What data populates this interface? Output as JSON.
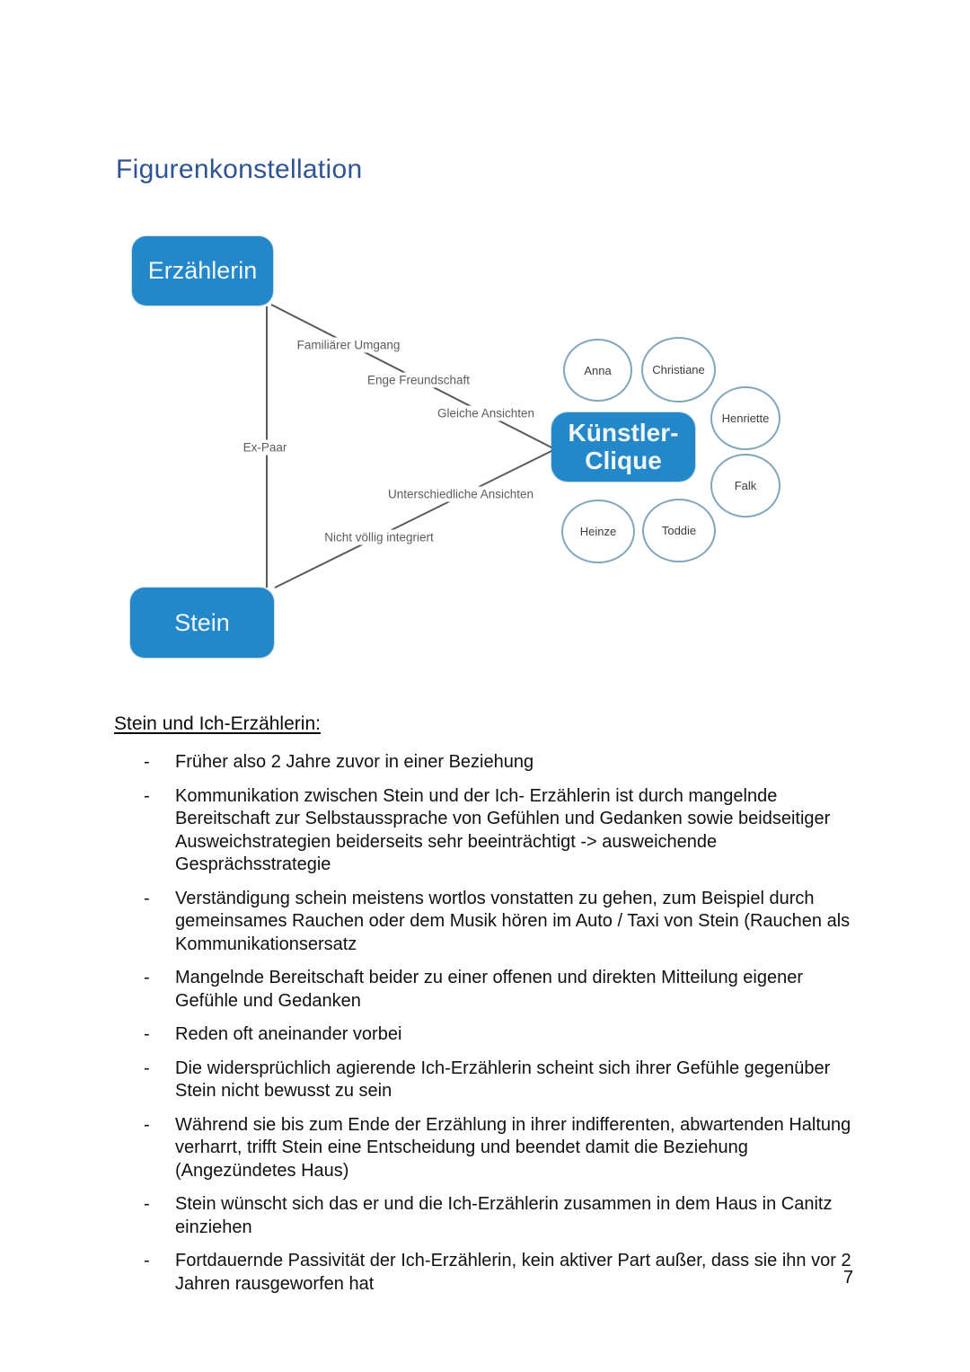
{
  "document": {
    "title": "Figurenkonstellation",
    "page_number": "7"
  },
  "diagram": {
    "nodes": {
      "erzaehlerin": "Erzählerin",
      "stein": "Stein",
      "clique_line1": "Künstler-",
      "clique_line2": "Clique"
    },
    "members": [
      "Anna",
      "Christiane",
      "Henriette",
      "Falk",
      "Toddie",
      "Heinze"
    ],
    "edge_labels": {
      "familiaerer_umgang": "Familiärer Umgang",
      "enge_freundschaft": "Enge Freundschaft",
      "gleiche_ansichten": "Gleiche Ansichten",
      "ex_paar": "Ex-Paar",
      "unterschiedliche_ansichten": "Unterschiedliche Ansichten",
      "nicht_voellig_integriert": "Nicht völlig integriert"
    },
    "colors": {
      "node_fill": "#2387CA",
      "node_text": "#FFFFFF",
      "circle_border": "#7FA6BF",
      "line": "#5A5A5A",
      "edge_label_text": "#5D5D5D",
      "title_blue": "#2F5496"
    }
  },
  "section": {
    "heading": "Stein und Ich-Erzählerin:",
    "marker": "-",
    "bullets": [
      "Früher also 2 Jahre zuvor in einer Beziehung",
      "Kommunikation zwischen Stein und der Ich- Erzählerin ist durch mangelnde Bereitschaft zur Selbstaussprache von Gefühlen und Gedanken sowie beidseitiger Ausweichstrategien beiderseits sehr beeinträchtigt -> ausweichende Gesprächsstrategie",
      "Verständigung schein meistens wortlos vonstatten zu gehen, zum Beispiel durch gemeinsames Rauchen oder dem Musik hören im Auto / Taxi von Stein (Rauchen als Kommunikationsersatz",
      "Mangelnde Bereitschaft beider zu einer offenen und direkten Mitteilung eigener Gefühle und Gedanken",
      "Reden oft aneinander vorbei",
      "Die widersprüchlich agierende Ich-Erzählerin scheint sich ihrer Gefühle gegenüber Stein nicht bewusst zu sein",
      "Während sie bis zum Ende der Erzählung in ihrer indifferenten, abwartenden Haltung verharrt, trifft Stein eine Entscheidung und beendet damit die Beziehung (Angezündetes Haus)",
      "Stein wünscht sich das er und die Ich-Erzählerin zusammen in dem Haus in Canitz einziehen",
      "Fortdauernde Passivität der Ich-Erzählerin, kein aktiver Part außer, dass sie ihn vor 2 Jahren rausgeworfen hat"
    ]
  }
}
